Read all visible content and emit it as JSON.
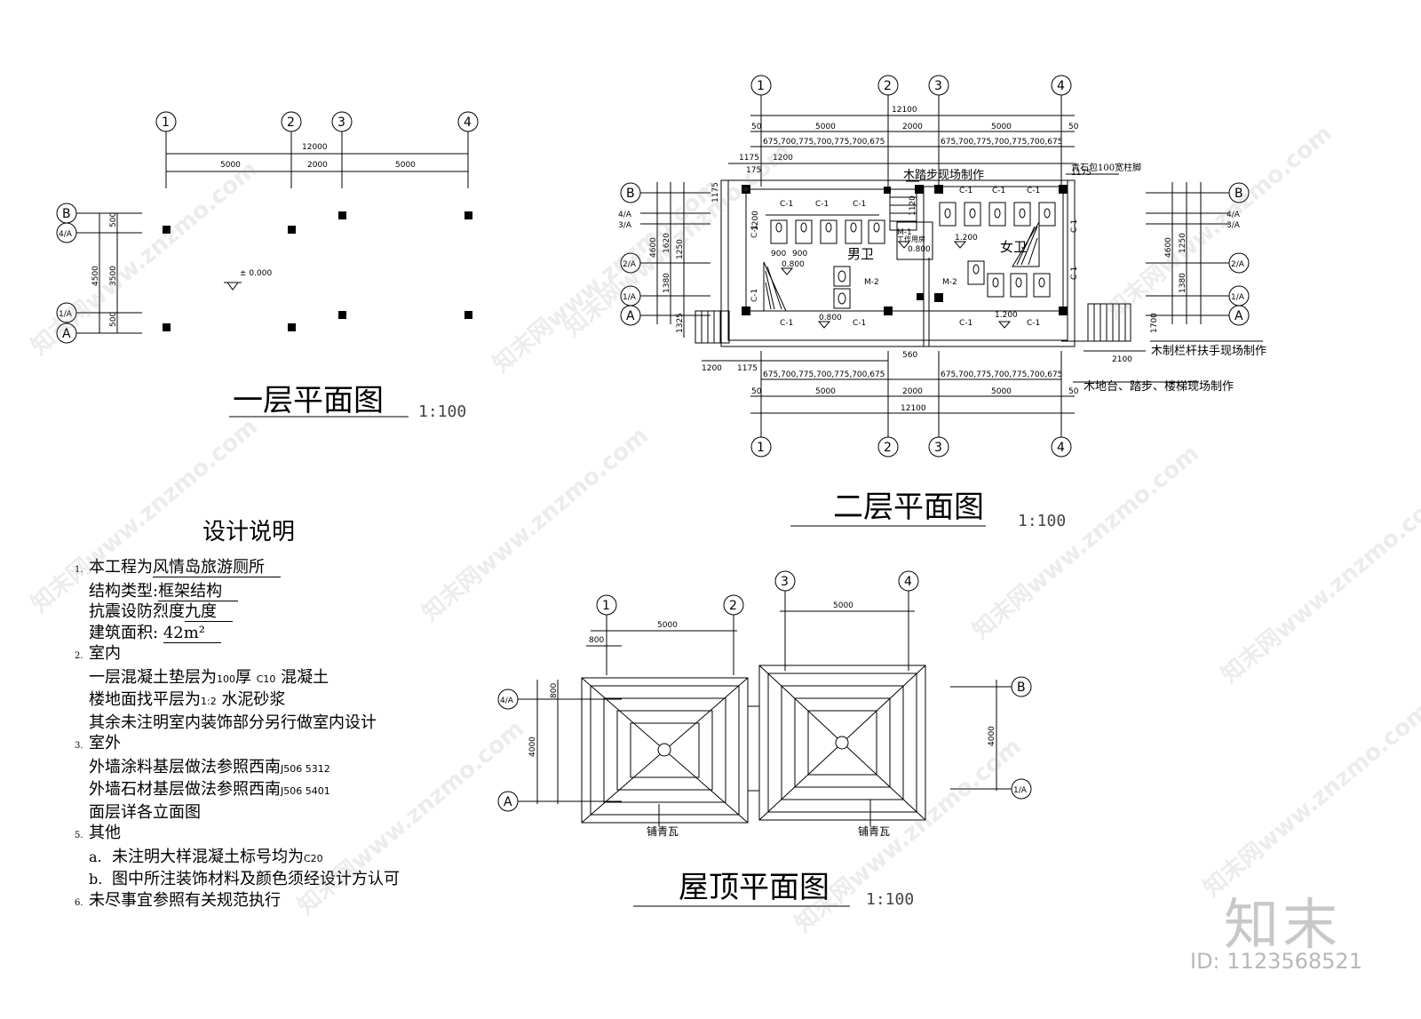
{
  "plans": {
    "first_floor": {
      "title": "一层平面图",
      "scale": "1:100",
      "elevation": "± 0.000"
    },
    "second_floor": {
      "title": "二层平面图",
      "scale": "1:100",
      "men": "男卫",
      "women": "女卫",
      "utility": "工作用房",
      "note_steps": "木踏步现场制作",
      "note_base": "青石包100宽柱脚",
      "note_rail": "木制栏杆扶手现场制作",
      "note_platform": "木地台、踏步、楼梯现场制作",
      "window": "C-1",
      "door_m1": "M-1",
      "door_m2": "M-2",
      "lv_0800": "0.800",
      "lv_1200": "1.200"
    },
    "roof": {
      "title": "屋顶平面图",
      "scale": "1:100",
      "tile": "铺青瓦"
    }
  },
  "axes": {
    "a1": "1",
    "a2": "2",
    "a3": "3",
    "a4": "4",
    "aA": "A",
    "aB": "B",
    "a1A": "1/A",
    "a4A": "4/A",
    "a2A": "2/A",
    "a3A": "3/A"
  },
  "dims": {
    "total": "12100",
    "total1": "12000",
    "bay": "5000",
    "mid": "2000",
    "d50": "50",
    "d175": "175",
    "d1175": "1175",
    "d1200": "1200",
    "d900": "900",
    "d4500": "4500",
    "d3500": "3500",
    "d500": "500",
    "d4600": "4600",
    "d4000": "4000",
    "d800": "800",
    "d2100": "2100",
    "d560": "560",
    "d1120": "1120",
    "d1620": "1620",
    "d1380": "1380",
    "d1250": "1250",
    "d1700": "1700",
    "d1325": "1325",
    "stalls": "675,700,775,700,775,700,675"
  },
  "notes": {
    "heading": "设计说明",
    "n1": "1.",
    "l1a": "本工程为",
    "l1b": "风情岛旅游厕所",
    "l2a": "结构类型:",
    "l2b": "框架结构",
    "l3a": "抗震设防烈度",
    "l3b": "九度",
    "l4a": "建筑面积:",
    "l4b": "42m²",
    "n2": "2.",
    "l5": "室内",
    "l6a": "一层混凝土垫层为",
    "l6b": "100",
    "l6c": "厚",
    "l6d": "C10",
    "l6e": "混凝土",
    "l7a": "楼地面找平层为",
    "l7b": "1:2",
    "l7c": "水泥砂浆",
    "l8": "其余未注明室内装饰部分另行做室内设计",
    "n3": "3.",
    "l9": "室外",
    "l10a": "外墙涂料基层做法参照西南",
    "l10b": "J506 5312",
    "l11a": "外墙石材基层做法参照西南",
    "l11b": "J506 5401",
    "l12": "面层详各立面图",
    "n5": "5.",
    "l13": "其他",
    "l14a": "a.",
    "l14b": "未注明大样混凝土标号均为",
    "l14c": "C20",
    "l15a": "b.",
    "l15b": "图中所注装饰材料及颜色须经设计方认可",
    "n6": "6.",
    "l16": "未尽事宜参照有关规范执行"
  },
  "brand": {
    "logo": "知末",
    "id": "ID: 1123568521",
    "watermark": "知末网www.znzmo.com"
  }
}
